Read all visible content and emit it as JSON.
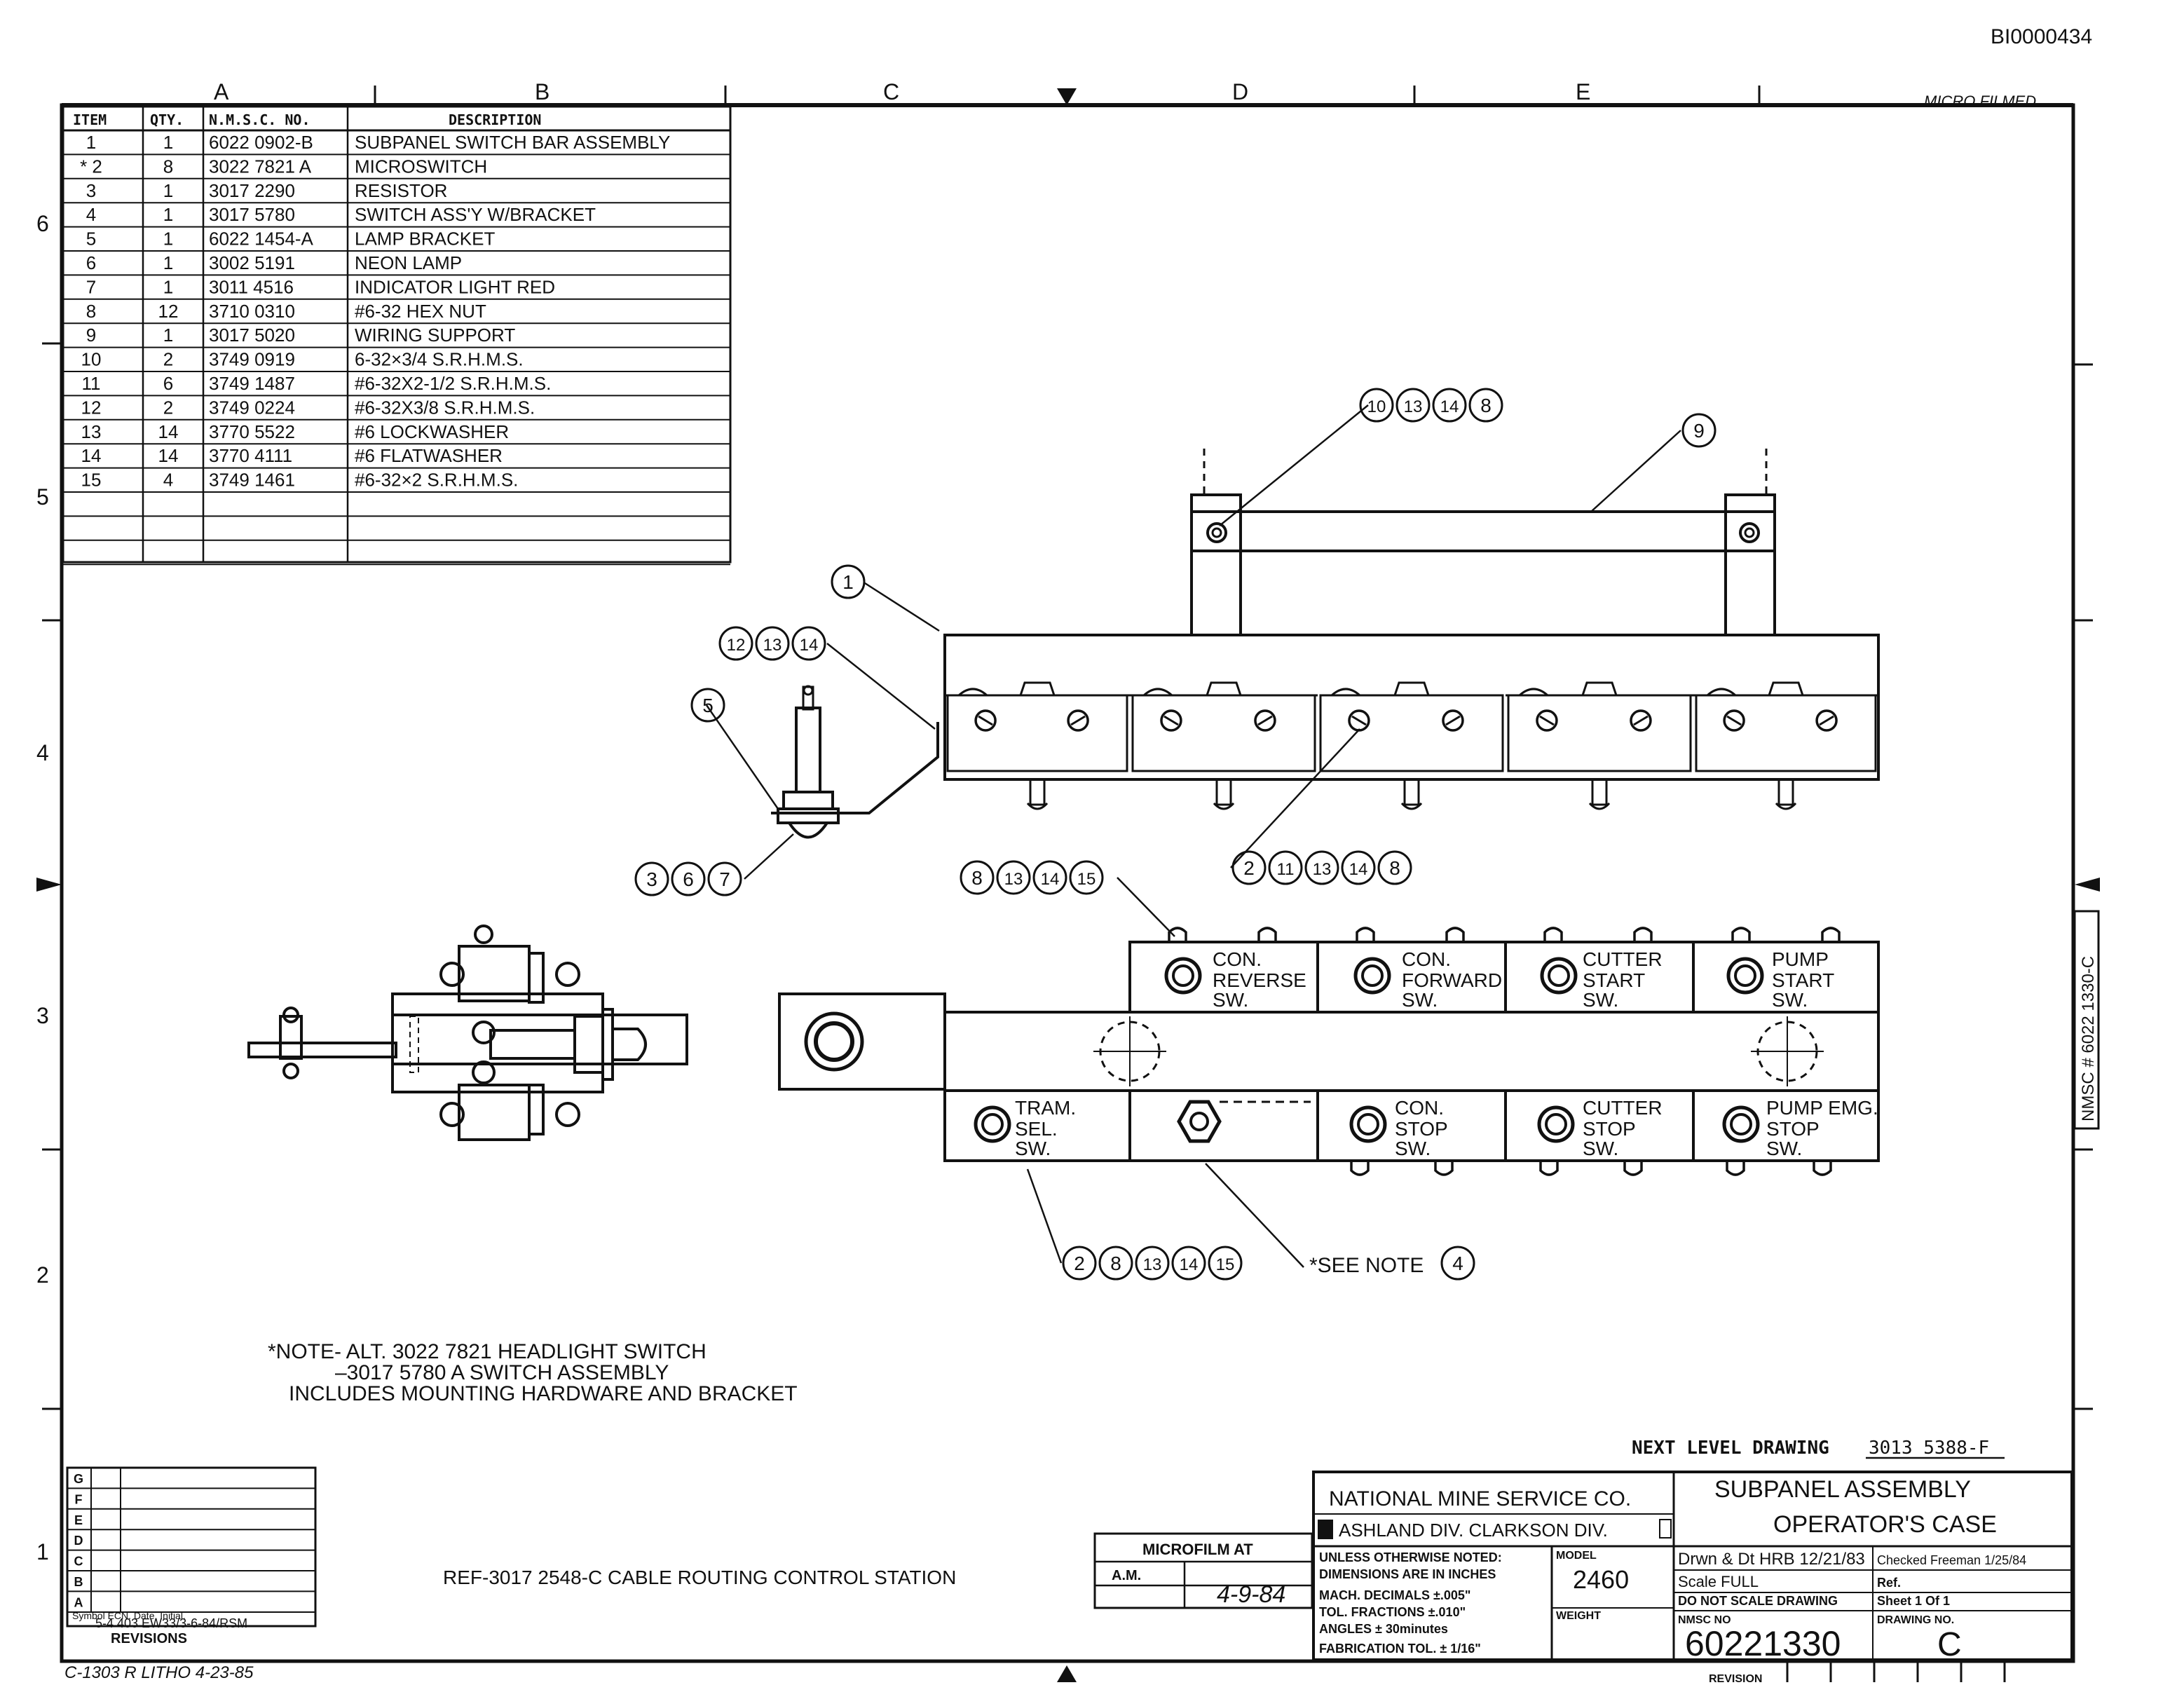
{
  "doc_id": "BI0000434",
  "microfilm_stamp": "MICRO FILMED",
  "zones": {
    "cols": [
      "A",
      "B",
      "C",
      "D",
      "E"
    ],
    "rows": [
      "6",
      "5",
      "4",
      "3",
      "2",
      "1"
    ]
  },
  "parts_list": {
    "headers": [
      "ITEM",
      "QTY.",
      "N.M.S.C. NO.",
      "DESCRIPTION"
    ],
    "rows": [
      {
        "item": "1",
        "qty": "1",
        "no": "6022 0902-B",
        "desc": "SUBPANEL SWITCH BAR ASSEMBLY"
      },
      {
        "item": "* 2",
        "qty": "8",
        "no": "3022 7821 A",
        "desc": "MICROSWITCH"
      },
      {
        "item": "3",
        "qty": "1",
        "no": "3017 2290",
        "desc": "RESISTOR"
      },
      {
        "item": "4",
        "qty": "1",
        "no": "3017 5780",
        "desc": "SWITCH ASS'Y W/BRACKET"
      },
      {
        "item": "5",
        "qty": "1",
        "no": "6022 1454-A",
        "desc": "LAMP BRACKET"
      },
      {
        "item": "6",
        "qty": "1",
        "no": "3002 5191",
        "desc": "NEON LAMP"
      },
      {
        "item": "7",
        "qty": "1",
        "no": "3011 4516",
        "desc": "INDICATOR LIGHT RED"
      },
      {
        "item": "8",
        "qty": "12",
        "no": "3710 0310",
        "desc": "#6-32 HEX NUT"
      },
      {
        "item": "9",
        "qty": "1",
        "no": "3017 5020",
        "desc": "WIRING SUPPORT"
      },
      {
        "item": "10",
        "qty": "2",
        "no": "3749 0919",
        "desc": "6-32×3/4 S.R.H.M.S."
      },
      {
        "item": "11",
        "qty": "6",
        "no": "3749 1487",
        "desc": "#6-32X2-1/2 S.R.H.M.S."
      },
      {
        "item": "12",
        "qty": "2",
        "no": "3749 0224",
        "desc": "#6-32X3/8 S.R.H.M.S."
      },
      {
        "item": "13",
        "qty": "14",
        "no": "3770 5522",
        "desc": "#6 LOCKWASHER"
      },
      {
        "item": "14",
        "qty": "14",
        "no": "3770 4111",
        "desc": "#6 FLATWASHER"
      },
      {
        "item": "15",
        "qty": "4",
        "no": "3749 1461",
        "desc": "#6-32×2 S.R.H.M.S."
      }
    ]
  },
  "callouts": {
    "c1": [
      "1"
    ],
    "c9": [
      "9"
    ],
    "c10": [
      "10",
      "13",
      "14",
      "8"
    ],
    "c12": [
      "12",
      "13",
      "14"
    ],
    "c5": [
      "5"
    ],
    "c367": [
      "3",
      "6",
      "7"
    ],
    "c2top": [
      "2",
      "11",
      "13",
      "14",
      "8"
    ],
    "c8": [
      "8",
      "13",
      "14",
      "15"
    ],
    "c2bot": [
      "2",
      "8",
      "13",
      "14",
      "15"
    ],
    "c4": [
      "4"
    ]
  },
  "switch_labels": {
    "con_reverse": [
      "CON.",
      "REVERSE",
      "SW."
    ],
    "con_forward": [
      "CON.",
      "FORWARD",
      "SW."
    ],
    "cutter_start": [
      "CUTTER",
      "START",
      "SW."
    ],
    "pump_start": [
      "PUMP",
      "START",
      "SW."
    ],
    "tram_sel": [
      "TRAM.",
      "SEL.",
      "SW."
    ],
    "con_stop": [
      "CON.",
      "STOP",
      "SW."
    ],
    "cutter_stop": [
      "CUTTER",
      "STOP",
      "SW."
    ],
    "pump_emg": [
      "PUMP EMG.",
      "STOP",
      "SW."
    ]
  },
  "see_note": "*SEE NOTE",
  "note_lines": [
    "*NOTE- ALT. 3022 7821 HEADLIGHT SWITCH",
    "–3017 5780 A SWITCH ASSEMBLY",
    "INCLUDES MOUNTING HARDWARE AND BRACKET"
  ],
  "ref_text": "REF-3017 2548-C CABLE ROUTING CONTROL STATION",
  "next_level_label": "NEXT LEVEL DRAWING",
  "next_level_value": "3013 5388-F",
  "revisions": {
    "letters": [
      "G",
      "F",
      "E",
      "D",
      "C",
      "B",
      "A"
    ],
    "entry": "5-4  403 EW33/3-6-84/RSM",
    "footer": "Symbol  ECN. Date, Initial.",
    "title": "REVISIONS"
  },
  "microfilm": {
    "title": "MICROFILM AT",
    "label": "A.M.",
    "date": "4-9-84"
  },
  "title_block": {
    "company": "NATIONAL MINE SERVICE CO.",
    "divisions": "ASHLAND DIV.   CLARKSON DIV.",
    "title1": "SUBPANEL ASSEMBLY",
    "title2": "OPERATOR'S CASE",
    "notes": [
      "UNLESS OTHERWISE NOTED:",
      "DIMENSIONS ARE IN INCHES",
      "MACH.   DECIMALS ±.005\"",
      "TOL.    FRACTIONS ±.010\"",
      "        ANGLES ± 30minutes",
      "FABRICATION TOL. ± 1/16\""
    ],
    "model_label": "MODEL",
    "model": "2460",
    "weight_label": "WEIGHT",
    "drawn": "Drwn & Dt  HRB 12/21/83",
    "checked": "Checked  Freeman 1/25/84",
    "scale": "Scale  FULL",
    "ref": "Ref.",
    "do_not_scale": "DO NOT SCALE DRAWING",
    "sheet": "Sheet  1  Of  1",
    "nmsc_label": "NMSC NO",
    "nmsc_no": "60221330",
    "drawing_no_label": "DRAWING NO.",
    "drawing_no": "C",
    "revision_label": "REVISION"
  },
  "side_tab": "NMSC # 6022 1330-C",
  "litho": "C-1303  R  LITHO 4-23-85"
}
